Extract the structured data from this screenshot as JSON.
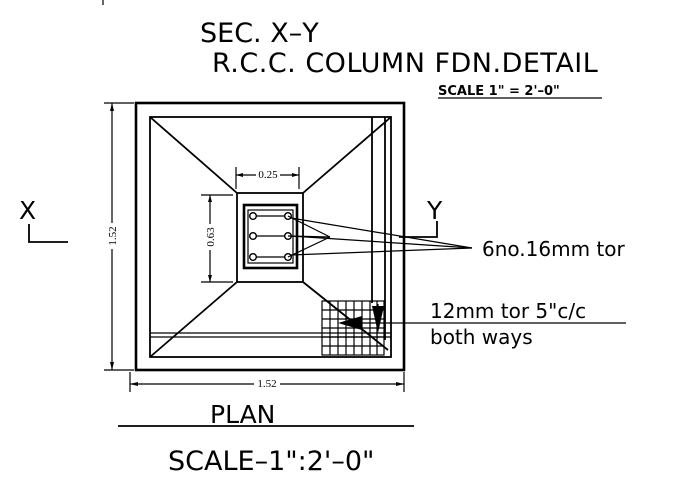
{
  "title": {
    "section": "SEC. X–Y",
    "main": "R.C.C. COLUMN FDN.DETAIL",
    "scale": "SCALE 1\" = 2'–0\""
  },
  "section_marks": {
    "left": "X",
    "right": "Y"
  },
  "dimensions": {
    "column_width": "0.25",
    "column_depth": "0.63",
    "footing_height": "1.52",
    "footing_width": "1.52"
  },
  "annotations": {
    "main_bars": "6no.16mm tor",
    "mesh_line1": "12mm tor 5\"c/c",
    "mesh_line2": "both ways"
  },
  "footer": {
    "plan": "PLAN",
    "scale": "SCALE–1\":2'–0\""
  },
  "colors": {
    "ink": "#000000",
    "paper": "#ffffff"
  }
}
